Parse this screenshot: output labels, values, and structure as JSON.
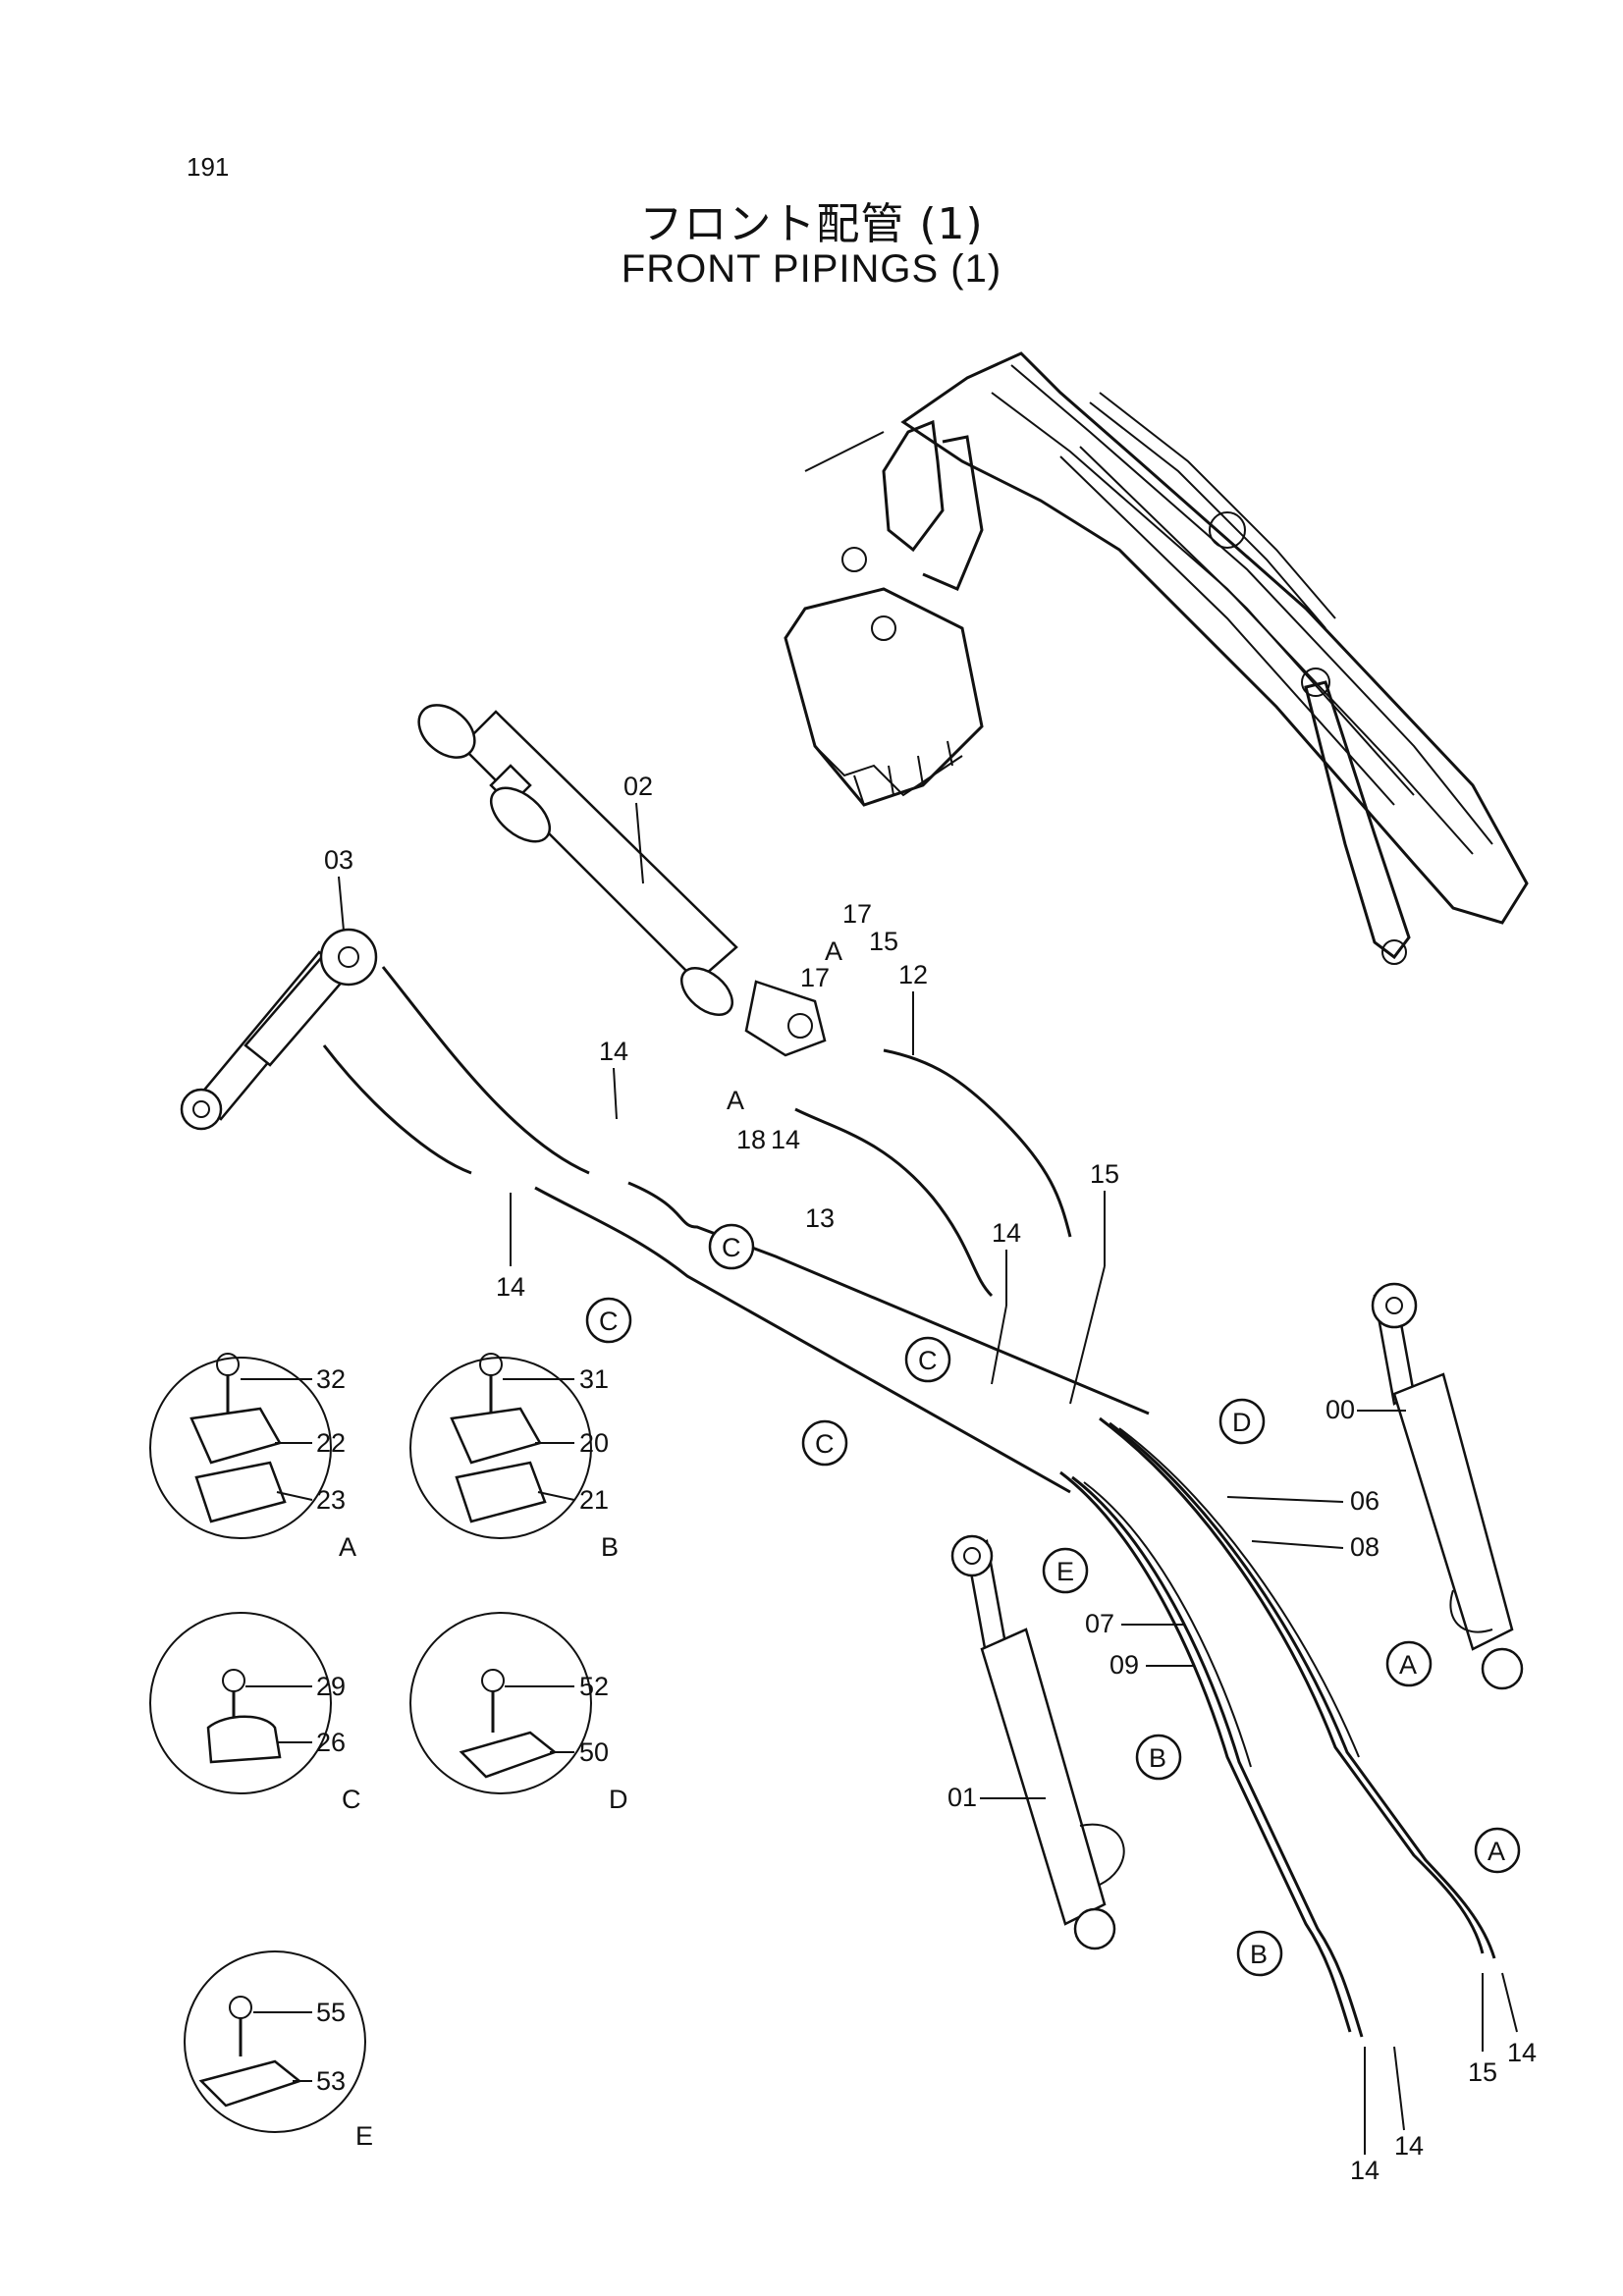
{
  "header": {
    "page_number": "191",
    "title_ja": "フロント配管 (1)",
    "title_en": "FRONT PIPINGS (1)"
  },
  "callouts": {
    "p00": "00",
    "p01": "01",
    "p02": "02",
    "p03": "03",
    "p06": "06",
    "p07": "07",
    "p08": "08",
    "p09": "09",
    "p12": "12",
    "p13": "13",
    "p14": "14",
    "p15": "15",
    "p17": "17",
    "p18": "18"
  },
  "clamp_markers": {
    "A": "A",
    "B": "B",
    "C": "C",
    "D": "D",
    "E": "E"
  },
  "detail_views": [
    {
      "key": "A",
      "bolt": "32",
      "upper": "22",
      "lower": "23",
      "letter": "A"
    },
    {
      "key": "B",
      "bolt": "31",
      "upper": "20",
      "lower": "21",
      "letter": "B"
    },
    {
      "key": "C",
      "bolt": "29",
      "clamp": "26",
      "letter": "C"
    },
    {
      "key": "D",
      "bolt": "52",
      "clamp": "50",
      "letter": "D"
    },
    {
      "key": "E",
      "bolt": "55",
      "clamp": "53",
      "letter": "E"
    }
  ]
}
